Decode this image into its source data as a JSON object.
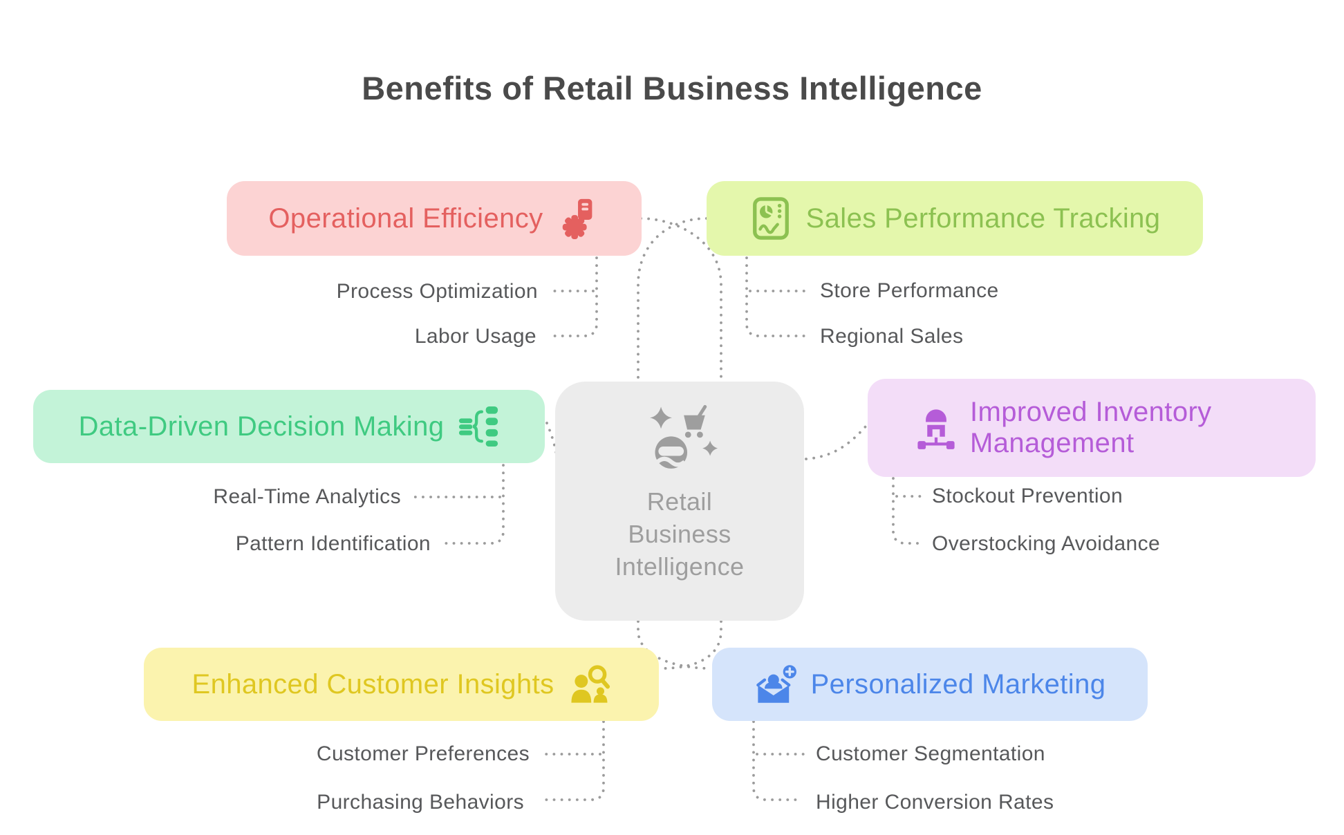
{
  "title": "Benefits of Retail Business Intelligence",
  "center": {
    "label": "Retail Business Intelligence",
    "icon": "retail-sparkle-cart-icon",
    "bg": "#ececec",
    "color": "#9e9e9e",
    "icon_color": "#8f8f8f"
  },
  "connector_color": "#9b9b9b",
  "subtopic_text_color": "#57585a",
  "branches": [
    {
      "id": "operational-efficiency",
      "label": "Operational Efficiency",
      "icon": "gear-factory-icon",
      "icon_side": "right",
      "bg": "#fcd3d3",
      "color": "#e4605f",
      "children": [
        "Process Optimization",
        "Labor Usage"
      ]
    },
    {
      "id": "sales-performance-tracking",
      "label": "Sales Performance Tracking",
      "icon": "report-chart-icon",
      "icon_side": "left",
      "bg": "#e4f7ac",
      "color": "#8cc151",
      "children": [
        "Store Performance",
        "Regional Sales"
      ]
    },
    {
      "id": "data-driven-decision-making",
      "label": "Data-Driven Decision Making",
      "icon": "database-flow-icon",
      "icon_side": "right",
      "bg": "#c3f3d8",
      "color": "#3fca81",
      "children": [
        "Real-Time Analytics",
        "Pattern Identification"
      ]
    },
    {
      "id": "improved-inventory-management",
      "label": "Improved Inventory Management",
      "icon": "warehouse-sitemap-icon",
      "icon_side": "left",
      "bg": "#f3ddf8",
      "color": "#b55cd8",
      "children": [
        "Stockout Prevention",
        "Overstocking Avoidance"
      ]
    },
    {
      "id": "enhanced-customer-insights",
      "label": "Enhanced Customer Insights",
      "icon": "customer-search-icon",
      "icon_side": "right",
      "bg": "#fbf3ae",
      "color": "#dfc721",
      "children": [
        "Customer Preferences",
        "Purchasing Behaviors"
      ]
    },
    {
      "id": "personalized-marketing",
      "label": "Personalized Marketing",
      "icon": "marketing-audience-icon",
      "icon_side": "left",
      "bg": "#d5e4fb",
      "color": "#4c86e9",
      "children": [
        "Customer Segmentation",
        "Higher Conversion Rates"
      ]
    }
  ]
}
